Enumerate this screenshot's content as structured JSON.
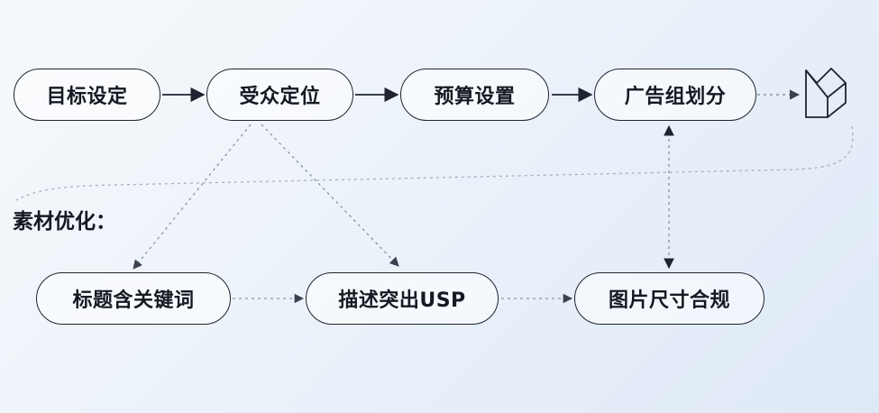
{
  "flow": {
    "top_steps": [
      {
        "id": "goal",
        "label": "目标设定"
      },
      {
        "id": "audience",
        "label": "受众定位"
      },
      {
        "id": "budget",
        "label": "预算设置"
      },
      {
        "id": "adgroup",
        "label": "广告组划分"
      }
    ],
    "section_label": "素材优化：",
    "bottom_steps": [
      {
        "id": "title",
        "label": "标题含关键词"
      },
      {
        "id": "desc",
        "label": "描述突出USP"
      },
      {
        "id": "image",
        "label": "图片尺寸合规"
      }
    ],
    "end_icon": "folded-box-icon"
  },
  "colors": {
    "stroke": "#1f2430",
    "text": "#151922",
    "dotted": "#8a93a3"
  }
}
